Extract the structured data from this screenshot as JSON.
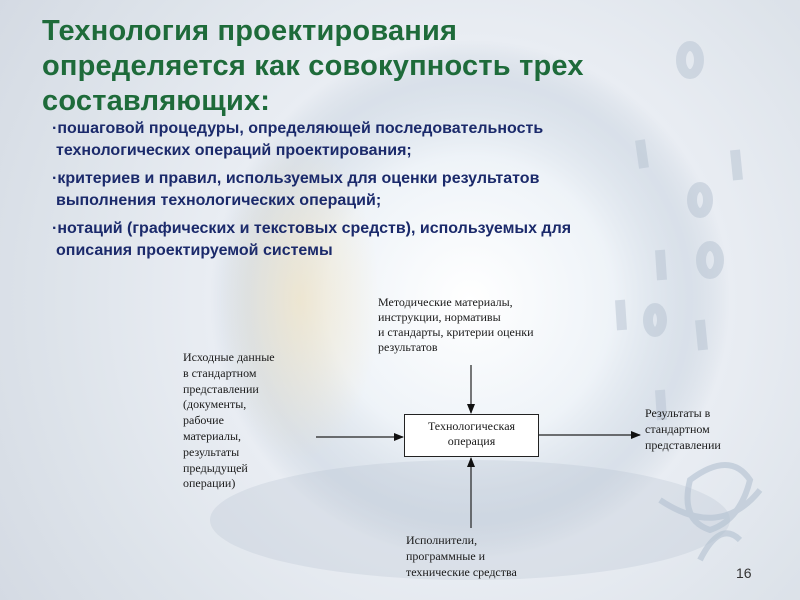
{
  "slide": {
    "title_lines": [
      "Технология проектирования",
      "определяется как совокупность трех",
      "составляющих:"
    ],
    "bullets": [
      [
        "пошаговой процедуры, определяющей последовательность",
        "технологических операций проектирования;"
      ],
      [
        "критериев и правил, используемых для оценки результатов",
        "выполнения технологических операций;"
      ],
      [
        "нотаций (графических и текстовых средств), используемых для",
        "описания проектируемой системы"
      ]
    ],
    "diagram": {
      "top_label": [
        "Методические материалы,",
        "инструкции, нормативы",
        "и стандарты, критерии оценки",
        "результатов"
      ],
      "left_label": [
        "Исходные данные",
        "в стандартном",
        "представлении",
        "(документы,",
        "рабочие",
        "материалы,",
        "результаты",
        "предыдущей",
        "операции)"
      ],
      "box_label": [
        "Технологическая",
        "операция"
      ],
      "right_label": [
        "Результаты в",
        "стандартном",
        "представлении"
      ],
      "bottom_label": [
        "Исполнители,",
        "программные и",
        "технические средства"
      ]
    },
    "page_number": "16"
  },
  "colors": {
    "title": "#1e6b3a",
    "bullets": "#1b2a6b"
  }
}
